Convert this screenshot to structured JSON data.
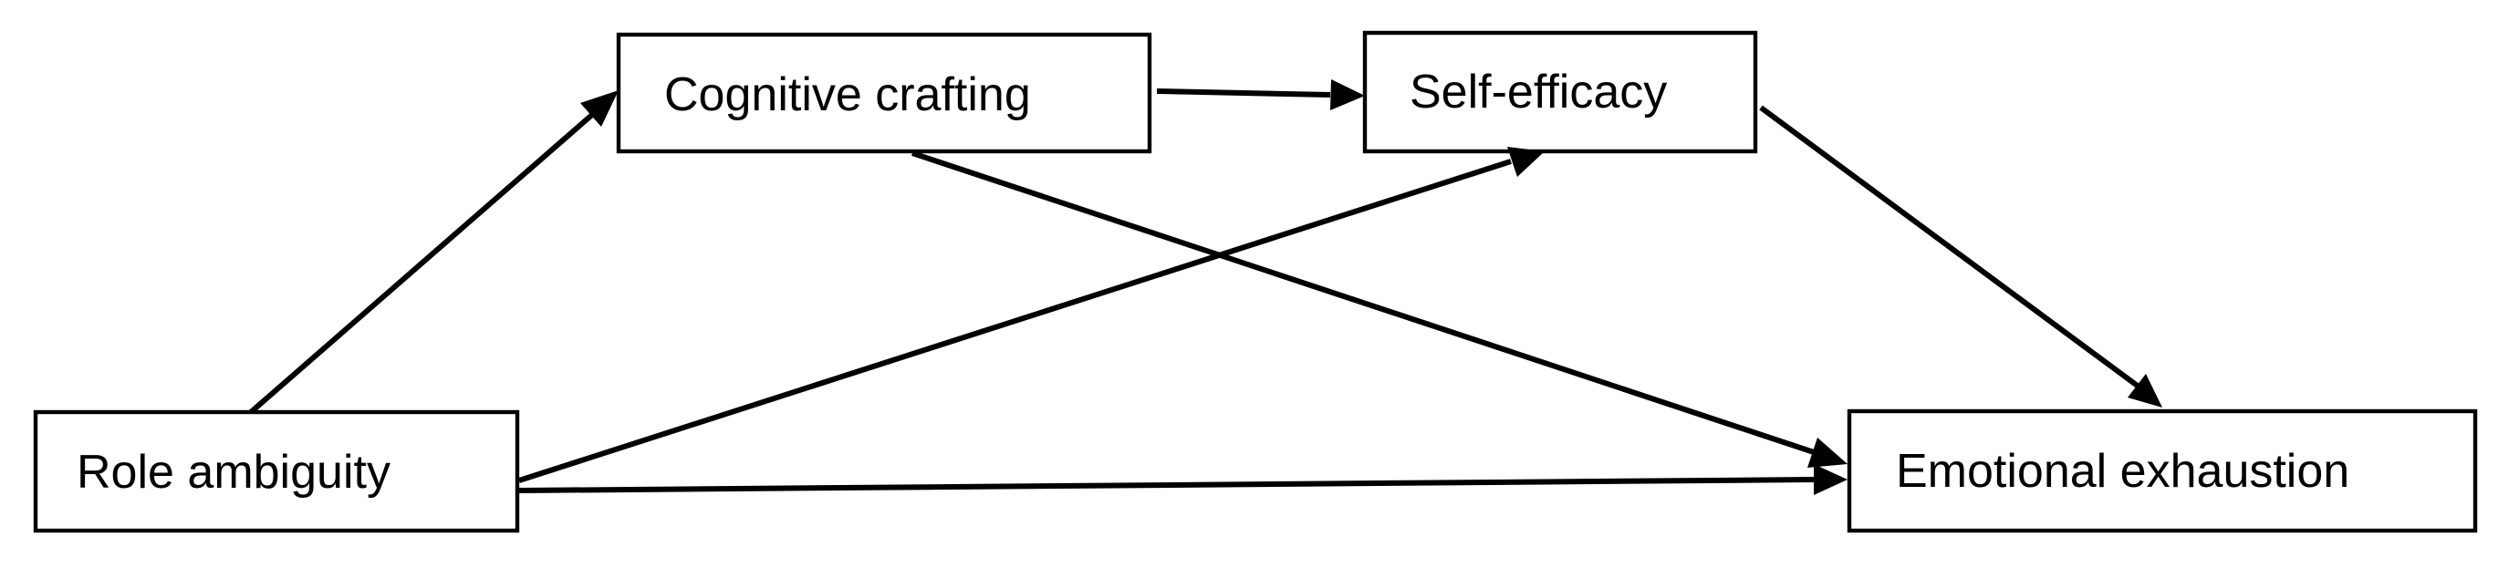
{
  "nodes": {
    "role_ambiguity": {
      "label": "Role ambiguity"
    },
    "cognitive_crafting": {
      "label": "Cognitive crafting"
    },
    "self_efficacy": {
      "label": "Self-efficacy"
    },
    "emotional_exhaustion": {
      "label": "Emotional exhaustion"
    }
  },
  "edges": [
    {
      "from": "role_ambiguity",
      "to": "cognitive_crafting"
    },
    {
      "from": "cognitive_crafting",
      "to": "self_efficacy"
    },
    {
      "from": "role_ambiguity",
      "to": "self_efficacy"
    },
    {
      "from": "cognitive_crafting",
      "to": "emotional_exhaustion"
    },
    {
      "from": "self_efficacy",
      "to": "emotional_exhaustion"
    },
    {
      "from": "role_ambiguity",
      "to": "emotional_exhaustion"
    }
  ]
}
